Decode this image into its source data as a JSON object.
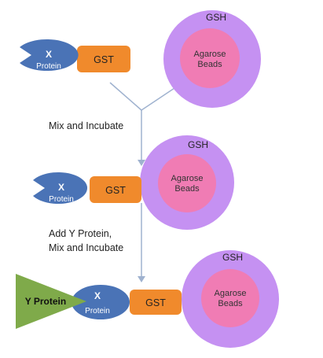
{
  "stage1": {
    "x_label": "X",
    "protein_label": "Protein",
    "gst_label": "GST",
    "gsh_label": "GSH",
    "beads_line1": "Agarose",
    "beads_line2": "Beads"
  },
  "step1": {
    "text": "Mix and Incubate"
  },
  "stage2": {
    "x_label": "X",
    "protein_label": "Protein",
    "gst_label": "GST",
    "gsh_label": "GSH",
    "beads_line1": "Agarose",
    "beads_line2": "Beads"
  },
  "step2": {
    "line1": "Add Y Protein,",
    "line2": "Mix and Incubate"
  },
  "stage3": {
    "y_label": "Y Protein",
    "x_label": "X",
    "protein_label": "Protein",
    "gst_label": "GST",
    "gsh_label": "GSH",
    "beads_line1": "Agarose",
    "beads_line2": "Beads"
  },
  "colors": {
    "x_protein": "#4a73b6",
    "gst": "#f08a2c",
    "gsh_ring": "#c591f2",
    "beads": "#f07cb4",
    "y_protein": "#7faa4a",
    "arrow": "#9fb2cf"
  }
}
